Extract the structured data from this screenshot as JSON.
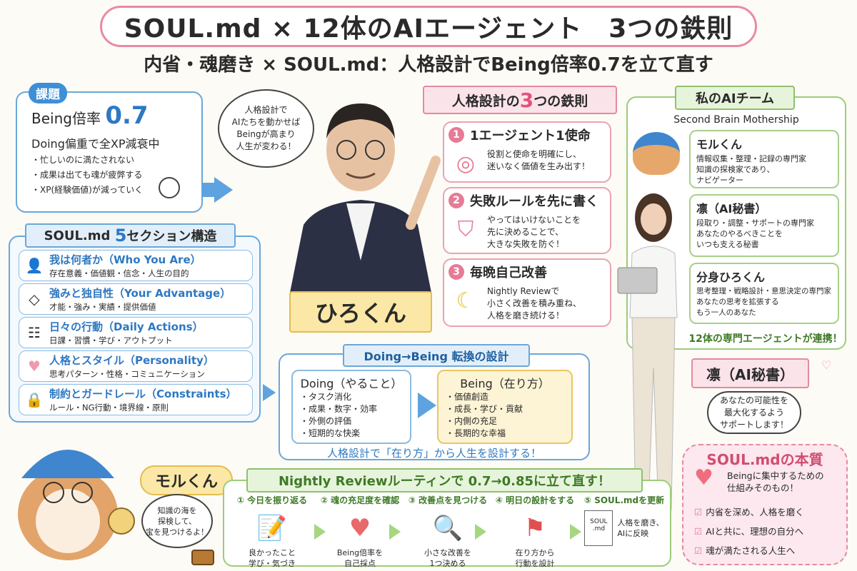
{
  "header": {
    "title": "SOUL.md × 12体のAIエージェント　3つの鉄則",
    "subtitle": "内省・魂磨き × SOUL.md：人格設計でBeing倍率0.7を立て直す"
  },
  "issue": {
    "tag": "課題",
    "metric_label": "Being倍率",
    "metric_value": "0.7",
    "headline": "Doing偏重で全XP減衰中",
    "bullets": [
      "・忙しいのに満たされない",
      "・成果は出ても魂が疲弊する",
      "・XP(経験価値)が減っていく"
    ]
  },
  "center_bubble": {
    "lines": [
      "人格設計で",
      "AIたちを動かせば",
      "Beingが高まり",
      "人生が変わる！"
    ]
  },
  "hero": {
    "name": "ひろくん"
  },
  "soul_sections": {
    "title_prefix": "SOUL.md",
    "title_num": "5",
    "title_suffix": "セクション構造",
    "items": [
      {
        "icon": "person-icon",
        "title": "我は何者か（Who You Are）",
        "desc": "存在意義・価値観・信念・人生の目的"
      },
      {
        "icon": "diamond-icon",
        "title": "強みと独自性（Your Advantage）",
        "desc": "才能・強み・実績・提供価値"
      },
      {
        "icon": "checklist-icon",
        "title": "日々の行動（Daily Actions）",
        "desc": "日課・習慣・学び・アウトプット"
      },
      {
        "icon": "heart-icon",
        "title": "人格とスタイル（Personality）",
        "desc": "思考パターン・性格・コミュニケーション"
      },
      {
        "icon": "lock-icon",
        "title": "制約とガードレール（Constraints）",
        "desc": "ルール・NG行動・境界線・原則"
      }
    ]
  },
  "rules": {
    "title_prefix": "人格設計の",
    "title_num": "3",
    "title_suffix": "つの鉄則",
    "items": [
      {
        "num": "1",
        "title": "1エージェント1使命",
        "icon": "target-icon",
        "desc": [
          "役割と使命を明確にし、",
          "迷いなく価値を生み出す！"
        ]
      },
      {
        "num": "2",
        "title": "失敗ルールを先に書く",
        "icon": "shield-icon",
        "desc": [
          "やってはいけないことを",
          "先に決めることで、",
          "大きな失敗を防ぐ！"
        ]
      },
      {
        "num": "3",
        "title": "毎晩自己改善",
        "icon": "moon-notebook-icon",
        "desc": [
          "Nightly Reviewで",
          "小さく改善を積み重ね、",
          "人格を磨き続ける！"
        ]
      }
    ]
  },
  "team": {
    "title": "私のAIチーム",
    "subtitle": "Second Brain Mothership",
    "members": [
      {
        "name": "モルくん",
        "desc": [
          "情報収集・整理・記録の専門家",
          "知識の探検家であり、",
          "ナビゲーター"
        ]
      },
      {
        "name": "凛（AI秘書）",
        "desc": [
          "段取り・調整・サポートの専門家",
          "あなたのやるべきことを",
          "いつも支える秘書"
        ]
      },
      {
        "name": "分身ひろくん",
        "desc": [
          "思考整理・戦略設計・意思決定の専門家",
          "あなたの思考を拡張する",
          "もう一人のあなた"
        ]
      }
    ],
    "footer": "12体の専門エージェントが連携！"
  },
  "rin": {
    "label": "凛（AI秘書）",
    "bubble": [
      "あなたの可能性を",
      "最大化するよう",
      "サポートします！"
    ]
  },
  "essence": {
    "title": "SOUL.mdの本質",
    "lead": [
      "Beingに集中するための",
      "仕組みそのもの！"
    ],
    "checks": [
      "内省を深め、人格を磨く",
      "AIと共に、理想の自分へ",
      "魂が満たされる人生へ"
    ]
  },
  "transform": {
    "title": "Doing→Being 転換の設計",
    "doing": {
      "title": "Doing（やること）",
      "items": [
        "・タスク消化",
        "・成果・数字・効率",
        "・外側の評価",
        "・短期的な快楽"
      ]
    },
    "being": {
      "title": "Being（在り方）",
      "items": [
        "・価値創造",
        "・成長・学び・貢献",
        "・内側の充足",
        "・長期的な幸福"
      ]
    },
    "footer": "人格設計で「在り方」から人生を設計する！"
  },
  "mascot": {
    "name": "モルくん",
    "bubble": [
      "知識の海を",
      "探検して、",
      "宝を見つけるよ！"
    ]
  },
  "nightly": {
    "title": "Nightly Reviewルーティンで 0.7→0.85に立て直す！",
    "steps": [
      {
        "head": "① 今日を振り返る",
        "icon": "notepad-pencil-icon",
        "caption": [
          "良かったこと",
          "学び・気づき"
        ]
      },
      {
        "head": "② 魂の充足度を確認",
        "icon": "heart-gauge-icon",
        "caption": [
          "Being倍率を",
          "自己採点"
        ]
      },
      {
        "head": "③ 改善点を見つける",
        "icon": "magnifier-icon",
        "caption": [
          "小さな改善を",
          "1つ決める"
        ]
      },
      {
        "head": "④ 明日の設計をする",
        "icon": "map-flag-icon",
        "caption": [
          "在り方から",
          "行動を設計"
        ]
      },
      {
        "head": "⑤ SOUL.mdを更新",
        "icon": "soul-doc-icon",
        "caption": [
          "人格を磨き、",
          "AIに反映"
        ],
        "doc_label": "SOUL .md"
      }
    ]
  },
  "colors": {
    "blue": "#2e78c2",
    "pink": "#e48aa0",
    "green": "#8fc06b",
    "yellow": "#fbe8a6",
    "title_border": "#e98aa3"
  }
}
